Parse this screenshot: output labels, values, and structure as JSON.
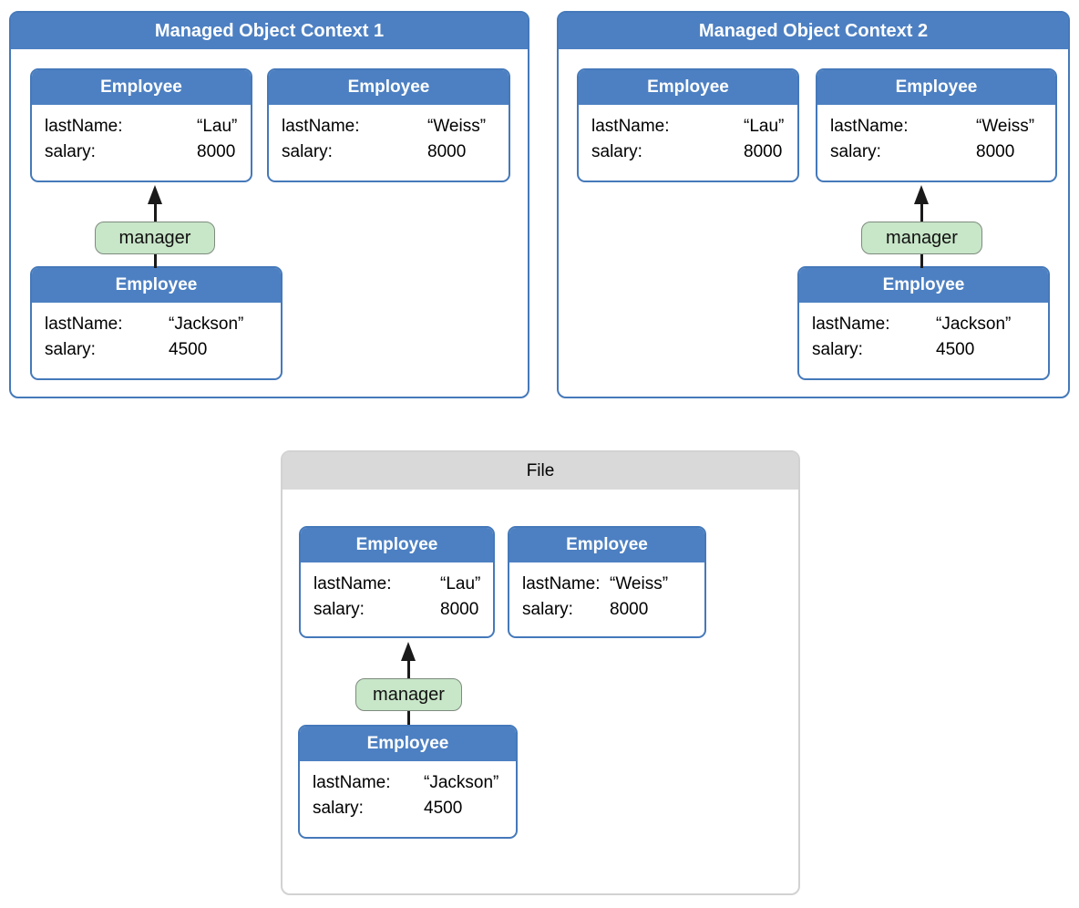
{
  "colors": {
    "blue_header": "#4d80c2",
    "blue_border": "#4579ba",
    "green_fill": "#c8e6c8",
    "green_border": "#7e8b7e",
    "gray_header_fill": "#d9d9d9",
    "gray_border": "#d2d2d2",
    "arrow": "#1a1a1a"
  },
  "panels": [
    {
      "title": "Managed Object Context 1",
      "relationship_label": "manager",
      "cards": [
        {
          "title": "Employee",
          "rows": [
            {
              "label": "lastName:",
              "value": "“Lau”"
            },
            {
              "label": "salary:",
              "value": "8000"
            }
          ]
        },
        {
          "title": "Employee",
          "rows": [
            {
              "label": "lastName:",
              "value": "“Weiss”"
            },
            {
              "label": "salary:",
              "value": "8000"
            }
          ]
        },
        {
          "title": "Employee",
          "rows": [
            {
              "label": "lastName:",
              "value": "“Jackson”"
            },
            {
              "label": "salary:",
              "value": "4500"
            }
          ]
        }
      ]
    },
    {
      "title": "Managed Object Context 2",
      "relationship_label": "manager",
      "cards": [
        {
          "title": "Employee",
          "rows": [
            {
              "label": "lastName:",
              "value": "“Lau”"
            },
            {
              "label": "salary:",
              "value": "8000"
            }
          ]
        },
        {
          "title": "Employee",
          "rows": [
            {
              "label": "lastName:",
              "value": "“Weiss”"
            },
            {
              "label": "salary:",
              "value": "8000"
            }
          ]
        },
        {
          "title": "Employee",
          "rows": [
            {
              "label": "lastName:",
              "value": "“Jackson”"
            },
            {
              "label": "salary:",
              "value": "4500"
            }
          ]
        }
      ]
    },
    {
      "title": "File",
      "relationship_label": "manager",
      "cards": [
        {
          "title": "Employee",
          "rows": [
            {
              "label": "lastName:",
              "value": "“Lau”"
            },
            {
              "label": "salary:",
              "value": "8000"
            }
          ]
        },
        {
          "title": "Employee",
          "rows": [
            {
              "label": "lastName:",
              "value": "“Weiss”"
            },
            {
              "label": "salary:",
              "value": "8000"
            }
          ]
        },
        {
          "title": "Employee",
          "rows": [
            {
              "label": "lastName:",
              "value": "“Jackson”"
            },
            {
              "label": "salary:",
              "value": "4500"
            }
          ]
        }
      ]
    }
  ]
}
